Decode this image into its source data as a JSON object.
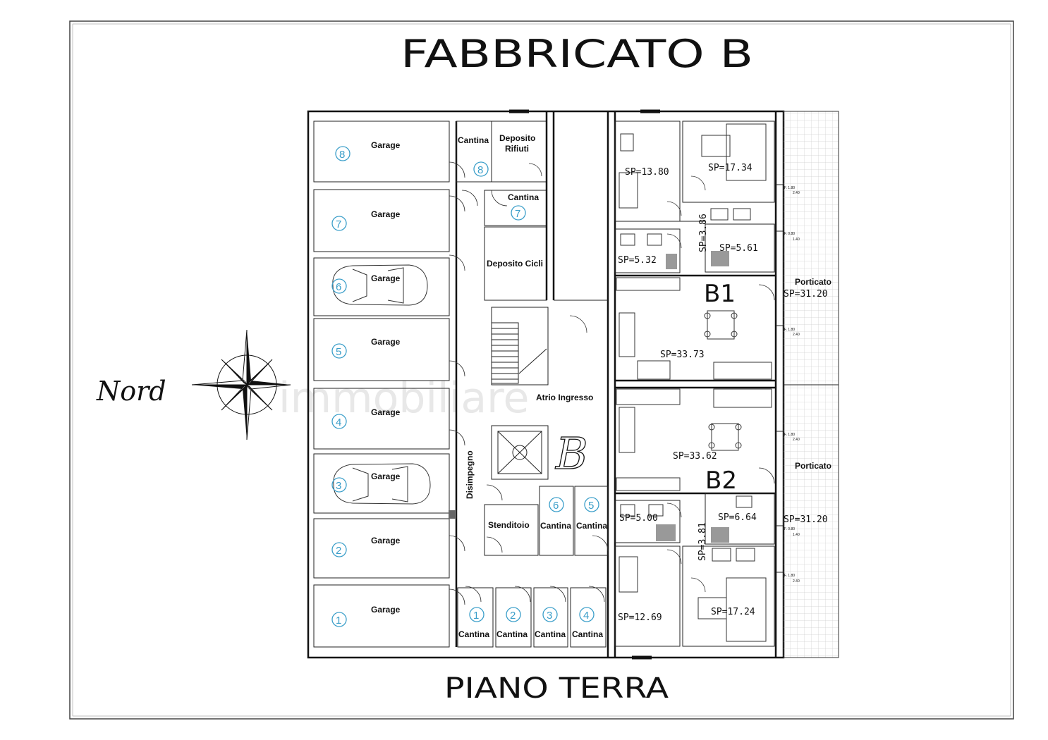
{
  "title": "FABBRICATO B",
  "subtitle": "PIANO TERRA",
  "compass_label": "Nord",
  "watermark": "immobiliare",
  "building_mark": "B",
  "colors": {
    "line": "#111111",
    "number_circle": "#3a9ec9",
    "tile_grid": "#cfcfcf"
  },
  "garages": [
    {
      "label": "Garage",
      "num": "8"
    },
    {
      "label": "Garage",
      "num": "7"
    },
    {
      "label": "Garage",
      "num": "6"
    },
    {
      "label": "Garage",
      "num": "5"
    },
    {
      "label": "Garage",
      "num": "4"
    },
    {
      "label": "Garage",
      "num": "3"
    },
    {
      "label": "Garage",
      "num": "2"
    },
    {
      "label": "Garage",
      "num": "1"
    }
  ],
  "service_rooms": {
    "cantina_8": {
      "label": "Cantina",
      "num": "8"
    },
    "deposito_rifiuti": {
      "line1": "Deposito",
      "line2": "Rifiuti"
    },
    "cantina_7": {
      "label": "Cantina",
      "num": "7"
    },
    "deposito_cicli": "Deposito Cicli",
    "atrio": "Atrio Ingresso",
    "disimpegno": "Disimpegno",
    "stenditoio": "Stenditoio",
    "cantina_6": {
      "label": "Cantina",
      "num": "6"
    },
    "cantina_5": {
      "label": "Cantina",
      "num": "5"
    },
    "cantine_bottom": [
      {
        "label": "Cantina",
        "num": "1"
      },
      {
        "label": "Cantina",
        "num": "2"
      },
      {
        "label": "Cantina",
        "num": "3"
      },
      {
        "label": "Cantina",
        "num": "4"
      }
    ]
  },
  "apartment_b1": {
    "label": "B1",
    "areas": [
      "SP=13.80",
      "SP=17.34",
      "SP=3.86",
      "SP=5.61",
      "SP=5.32",
      "SP=33.73"
    ],
    "porticato": "Porticato",
    "porticato_area": "SP=31.20"
  },
  "apartment_b2": {
    "label": "B2",
    "areas": [
      "SP=33.62",
      "SP=5.00",
      "SP=6.64",
      "SP=3.81",
      "SP=12.69",
      "SP=17.24"
    ],
    "porticato": "Porticato",
    "porticato_area": "SP=31.20"
  },
  "window_labels": [
    "F. 1.80",
    "2.40",
    "F. 0.80",
    "1.40"
  ]
}
